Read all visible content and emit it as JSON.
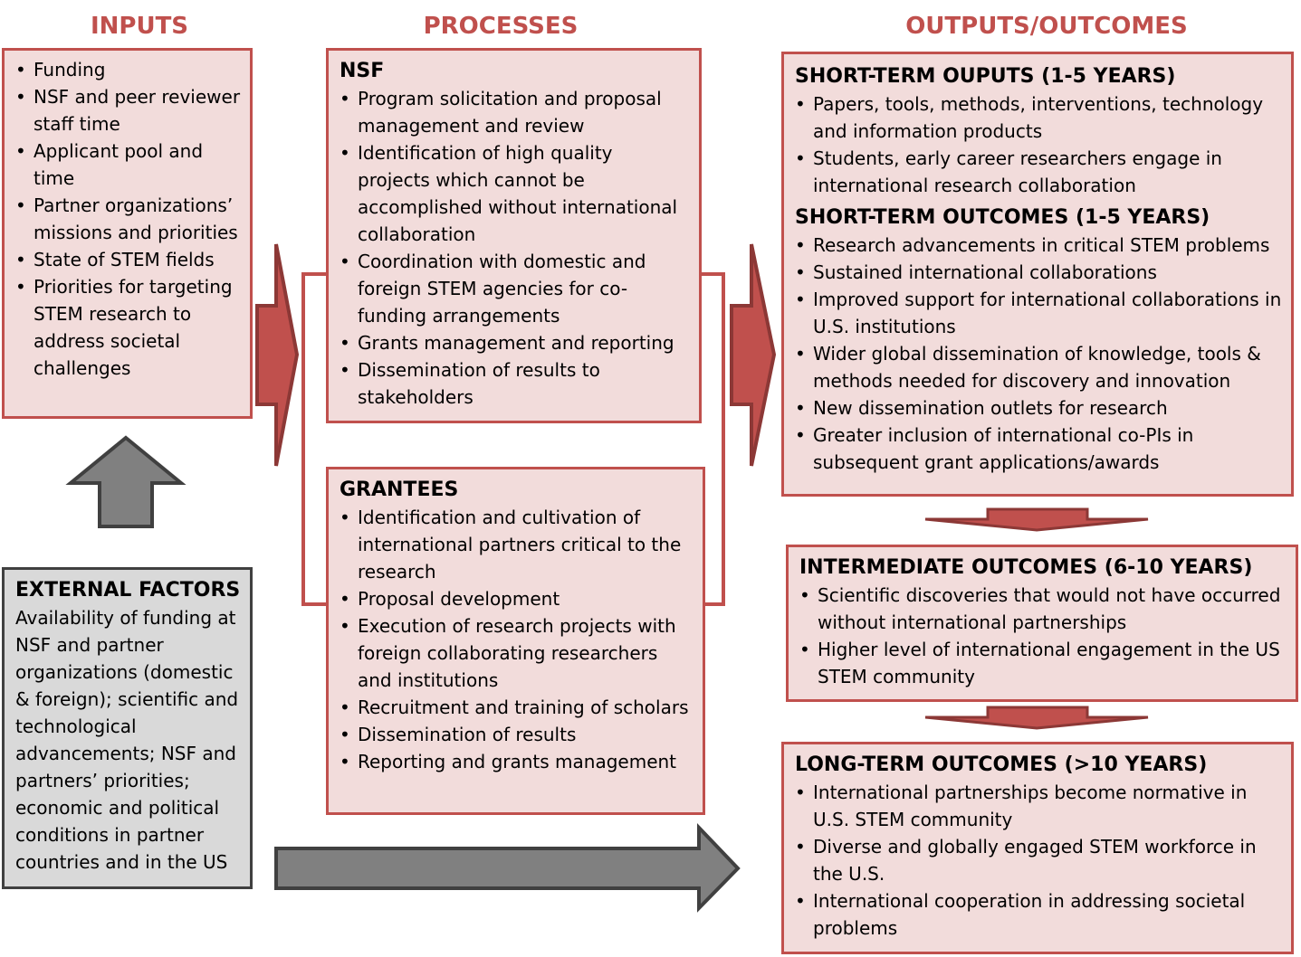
{
  "columns": {
    "inputs": "INPUTS",
    "processes": "PROCESSES",
    "outputs": "OUTPUTS/OUTCOMES"
  },
  "inputs": {
    "items": [
      "Funding",
      "NSF and peer reviewer staff time",
      "Applicant pool and time",
      "Partner organizations’ missions and priorities",
      "State of STEM fields",
      "Priorities for targeting STEM research to address societal challenges"
    ]
  },
  "external": {
    "title": "EXTERNAL FACTORS",
    "text": "Availability of funding at NSF and partner organizations (domestic & foreign); scientific and technological advancements; NSF and partners’ priorities; economic  and political conditions in partner countries and in the US"
  },
  "nsf": {
    "title": "NSF",
    "items": [
      "Program solicitation and proposal management and review",
      "Identification of high quality projects which cannot be accomplished without international collaboration",
      "Coordination with domestic and foreign STEM agencies for co-funding arrangements",
      "Grants management and reporting",
      "Dissemination of results to stakeholders"
    ]
  },
  "grantees": {
    "title": "GRANTEES",
    "items": [
      "Identification and cultivation of international partners critical to the research",
      "Proposal development",
      "Execution of research projects with foreign collaborating researchers and institutions",
      "Recruitment and training of scholars",
      "Dissemination of results",
      "Reporting and grants management"
    ]
  },
  "short_outputs": {
    "title": "SHORT-TERM OUPUTS (1-5 YEARS)",
    "items": [
      "Papers, tools, methods, interventions, technology and information products",
      "Students, early career researchers engage in international research collaboration"
    ]
  },
  "short_outcomes": {
    "title": "SHORT-TERM OUTCOMES (1-5 YEARS)",
    "items": [
      "Research advancements in critical STEM problems",
      "Sustained international collaborations",
      "Improved support for international collaborations in U.S. institutions",
      "Wider global dissemination of knowledge, tools & methods needed for discovery and innovation",
      "New dissemination outlets for research",
      "Greater inclusion of international co-PIs in subsequent grant applications/awards"
    ]
  },
  "intermediate": {
    "title": "INTERMEDIATE OUTCOMES (6-10 YEARS)",
    "items": [
      "Scientific discoveries that would not have occurred without international partnerships",
      "Higher level of international engagement in the US STEM community"
    ]
  },
  "long_term": {
    "title": "LONG-TERM OUTCOMES (>10 YEARS)",
    "items": [
      "International partnerships become normative in U.S. STEM community",
      "Diverse and globally engaged STEM workforce in the U.S.",
      "International cooperation in addressing societal problems"
    ]
  },
  "colors": {
    "accent": "#C0504D",
    "arrow_border": "#8C3836",
    "box_fill": "#F2DCDB",
    "gray_fill": "#D9D9D9",
    "gray_arrow": "#808080"
  }
}
